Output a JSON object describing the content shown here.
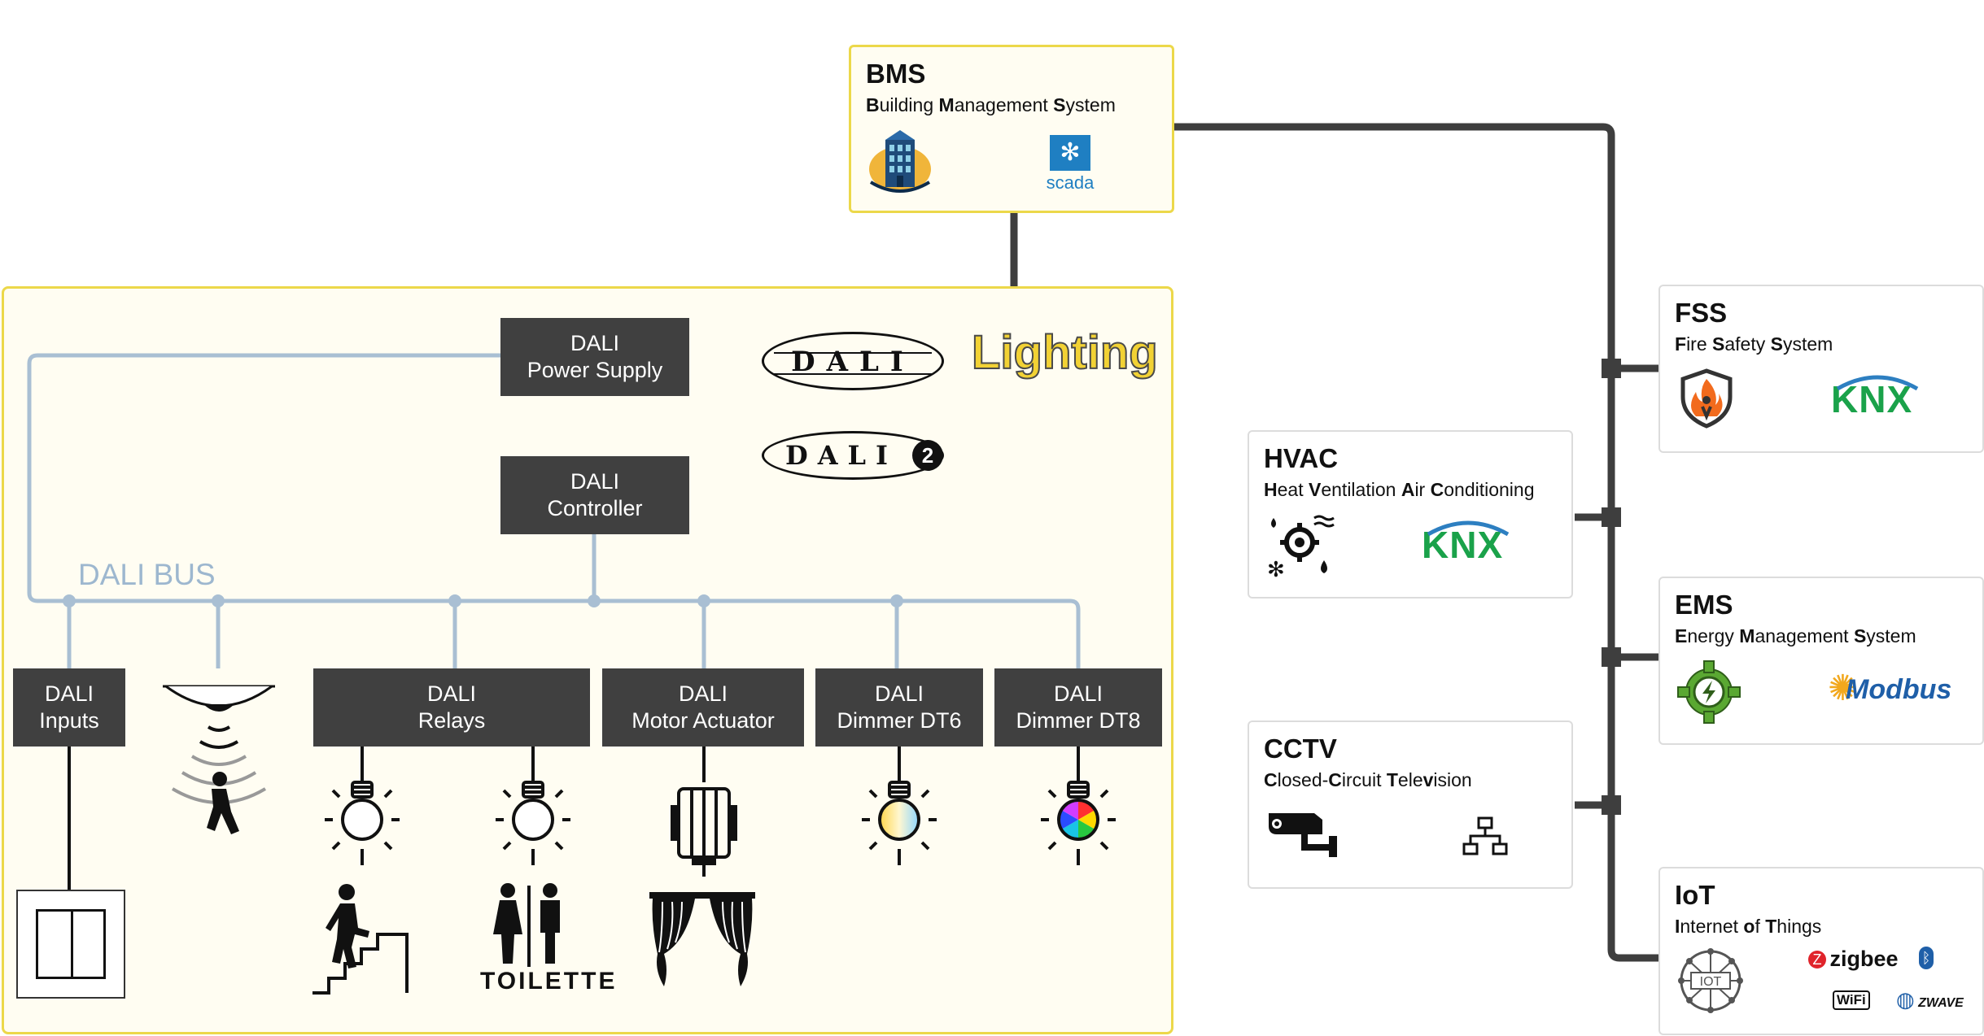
{
  "bms": {
    "title": "BMS",
    "sub": [
      [
        "B",
        "uilding "
      ],
      [
        "M",
        "anagement "
      ],
      [
        "S",
        "ystem"
      ]
    ],
    "logo_scada": "scada"
  },
  "fss": {
    "title": "FSS",
    "sub": [
      [
        "F",
        "ire "
      ],
      [
        "S",
        "afety "
      ],
      [
        "S",
        "ystem"
      ]
    ],
    "logo": "KNX"
  },
  "hvac": {
    "title": "HVAC",
    "sub": [
      [
        "H",
        "eat "
      ],
      [
        "V",
        "entilation "
      ],
      [
        "A",
        "ir "
      ],
      [
        "C",
        "onditioning"
      ]
    ],
    "logo": "KNX"
  },
  "ems": {
    "title": "EMS",
    "sub": [
      [
        "E",
        "nergy "
      ],
      [
        "M",
        "anagement "
      ],
      [
        "S",
        "ystem"
      ]
    ],
    "logo": "Modbus"
  },
  "cctv": {
    "title": "CCTV",
    "sub": [
      [
        "C",
        "losed-"
      ],
      [
        "C",
        "ircuit "
      ],
      [
        "T",
        "ele"
      ],
      [
        "v",
        "ision"
      ]
    ]
  },
  "iot": {
    "title": "IoT",
    "sub": [
      [
        "I",
        "nternet "
      ],
      [
        "o",
        "f "
      ],
      [
        "T",
        "hings"
      ]
    ],
    "logo_iot": "IOT",
    "zigbee": "zigbee",
    "wifi": "WiFi",
    "zwave": "ZWAVE"
  },
  "lighting": {
    "title": "Lighting",
    "bus_label": "DALI BUS",
    "dali_logo": "DALI",
    "dali2_logo": "DALI",
    "power_supply": [
      "DALI",
      "Power Supply"
    ],
    "controller": [
      "DALI",
      "Controller"
    ],
    "devices": [
      {
        "l1": "DALI",
        "l2": "Inputs"
      },
      {
        "l1": "DALI",
        "l2": "Relays"
      },
      {
        "l1": "DALI",
        "l2": "Motor Actuator"
      },
      {
        "l1": "DALI",
        "l2": "Dimmer DT6"
      },
      {
        "l1": "DALI",
        "l2": "Dimmer DT8"
      }
    ],
    "toilette": "TOILETTE"
  },
  "colors": {
    "bus": "#a9bfd3",
    "trunk": "#3e3e3e",
    "accent_yellow": "#ecd84a",
    "box": "#404040"
  }
}
